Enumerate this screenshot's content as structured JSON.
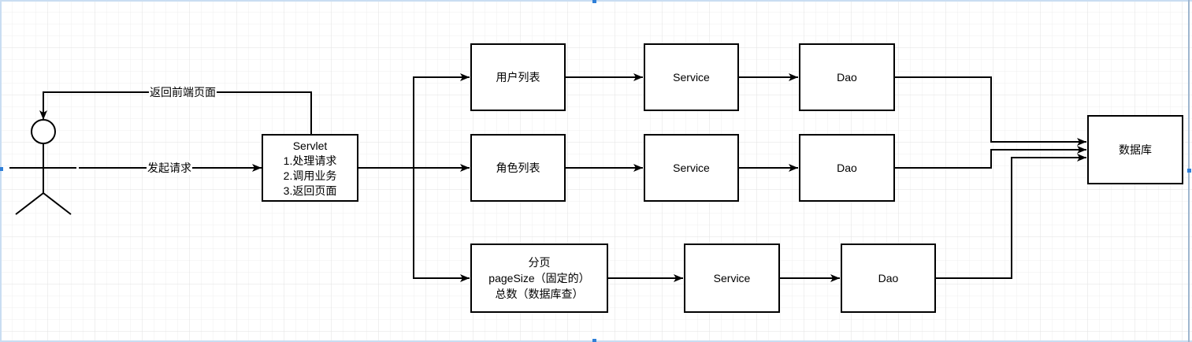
{
  "edges": {
    "return_label": "返回前端页面",
    "request_label": "发起请求"
  },
  "nodes": {
    "servlet": {
      "lines": [
        "Servlet",
        "1.处理请求",
        "2.调用业务",
        "3.返回页面"
      ]
    },
    "user_list": {
      "label": "用户列表"
    },
    "role_list": {
      "label": "角色列表"
    },
    "paging": {
      "lines": [
        "分页",
        "pageSize（固定的）",
        "总数（数据库查）"
      ]
    },
    "service_1": {
      "label": "Service"
    },
    "service_2": {
      "label": "Service"
    },
    "service_3": {
      "label": "Service"
    },
    "dao_1": {
      "label": "Dao"
    },
    "dao_2": {
      "label": "Dao"
    },
    "dao_3": {
      "label": "Dao"
    },
    "database": {
      "label": "数据库"
    }
  },
  "colors": {
    "stroke": "#000000",
    "background": "#ffffff",
    "grid": "#efefef",
    "selection": "#2f7fd8"
  }
}
